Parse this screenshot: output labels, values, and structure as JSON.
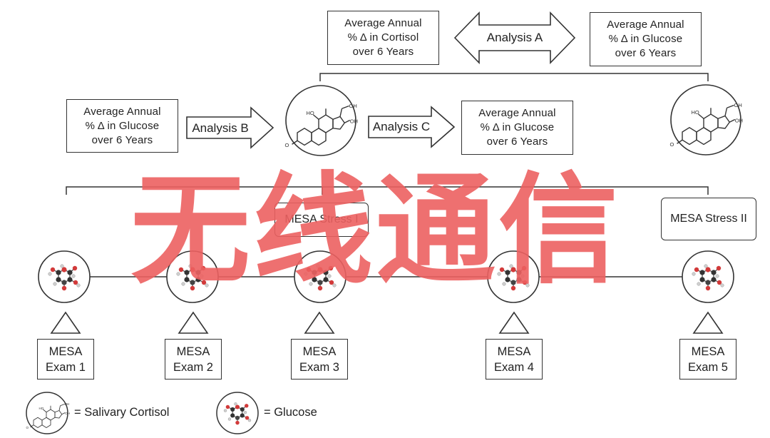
{
  "top_row": {
    "cortisol_box": [
      "Average Annual",
      "% Δ in Cortisol",
      "over 6 Years"
    ],
    "analysis_a_label": "Analysis A",
    "glucose_box": [
      "Average Annual",
      "% Δ in Glucose",
      "over 6 Years"
    ]
  },
  "middle_row": {
    "left_box": [
      "Average Annual",
      "% Δ in Glucose",
      "over 6 Years"
    ],
    "analysis_b_label": "Analysis B",
    "analysis_c_label": "Analysis C",
    "right_box": [
      "Average Annual",
      "% Δ in Glucose",
      "over 6 Years"
    ]
  },
  "stress_labels": {
    "stress_1": "MESA Stress I",
    "stress_2": "MESA Stress II"
  },
  "exams": [
    [
      "MESA",
      "Exam 1"
    ],
    [
      "MESA",
      "Exam 2"
    ],
    [
      "MESA",
      "Exam 3"
    ],
    [
      "MESA",
      "Exam 4"
    ],
    [
      "MESA",
      "Exam 5"
    ]
  ],
  "legend": {
    "cortisol_text": "= Salivary Cortisol",
    "glucose_text": "= Glucose",
    "cortisol_icon": "cortisol-molecule-icon",
    "glucose_icon": "glucose-molecule-icon"
  },
  "watermark": "无线通信",
  "colors": {
    "stroke": "#333333",
    "watermark": "#ec6060"
  }
}
